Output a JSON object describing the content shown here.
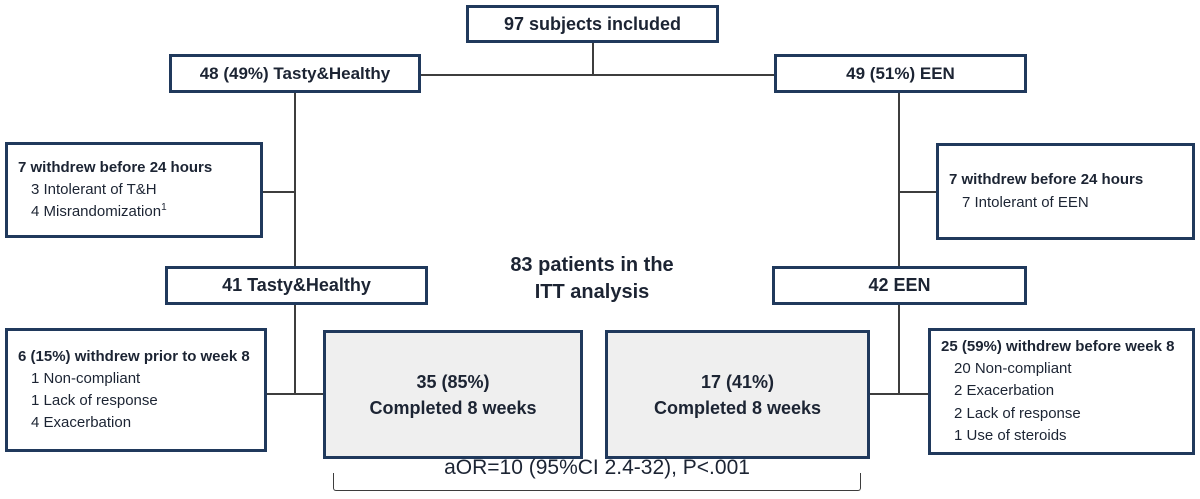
{
  "colors": {
    "border": "#20395c",
    "text": "#1c2433",
    "fill_gray": "#efefef",
    "line": "#3d3d3d"
  },
  "nodes": {
    "total": {
      "label": "97 subjects included"
    },
    "arm_th": {
      "label": "48 (49%) Tasty&Healthy"
    },
    "arm_een": {
      "label": "49 (51%) EEN"
    },
    "wd_th_24h": {
      "title": "7 withdrew before 24 hours",
      "items": [
        "3 Intolerant of T&H",
        "4 Misrandomization"
      ],
      "footnote_marker": "1"
    },
    "wd_een_24h": {
      "title": "7 withdrew before 24 hours",
      "items": [
        "7 Intolerant of EEN"
      ]
    },
    "itt_th": {
      "label": "41 Tasty&Healthy"
    },
    "itt_een": {
      "label": "42 EEN"
    },
    "itt_summary": {
      "line1": "83 patients in the",
      "line2": "ITT analysis"
    },
    "wd_th_week8": {
      "title": "6 (15%) withdrew prior to week 8",
      "items": [
        "1 Non-compliant",
        "1 Lack of response",
        "4 Exacerbation"
      ]
    },
    "completed_th": {
      "line1": "35 (85%)",
      "line2": "Completed 8 weeks"
    },
    "completed_een": {
      "line1": "17 (41%)",
      "line2": "Completed 8 weeks"
    },
    "wd_een_week8": {
      "title": "25 (59%) withdrew before week 8",
      "items": [
        "20 Non-compliant",
        "2 Exacerbation",
        "2 Lack of response",
        "1 Use of steroids"
      ]
    },
    "stat": {
      "label": "aOR=10 (95%CI 2.4-32), P<.001"
    }
  }
}
